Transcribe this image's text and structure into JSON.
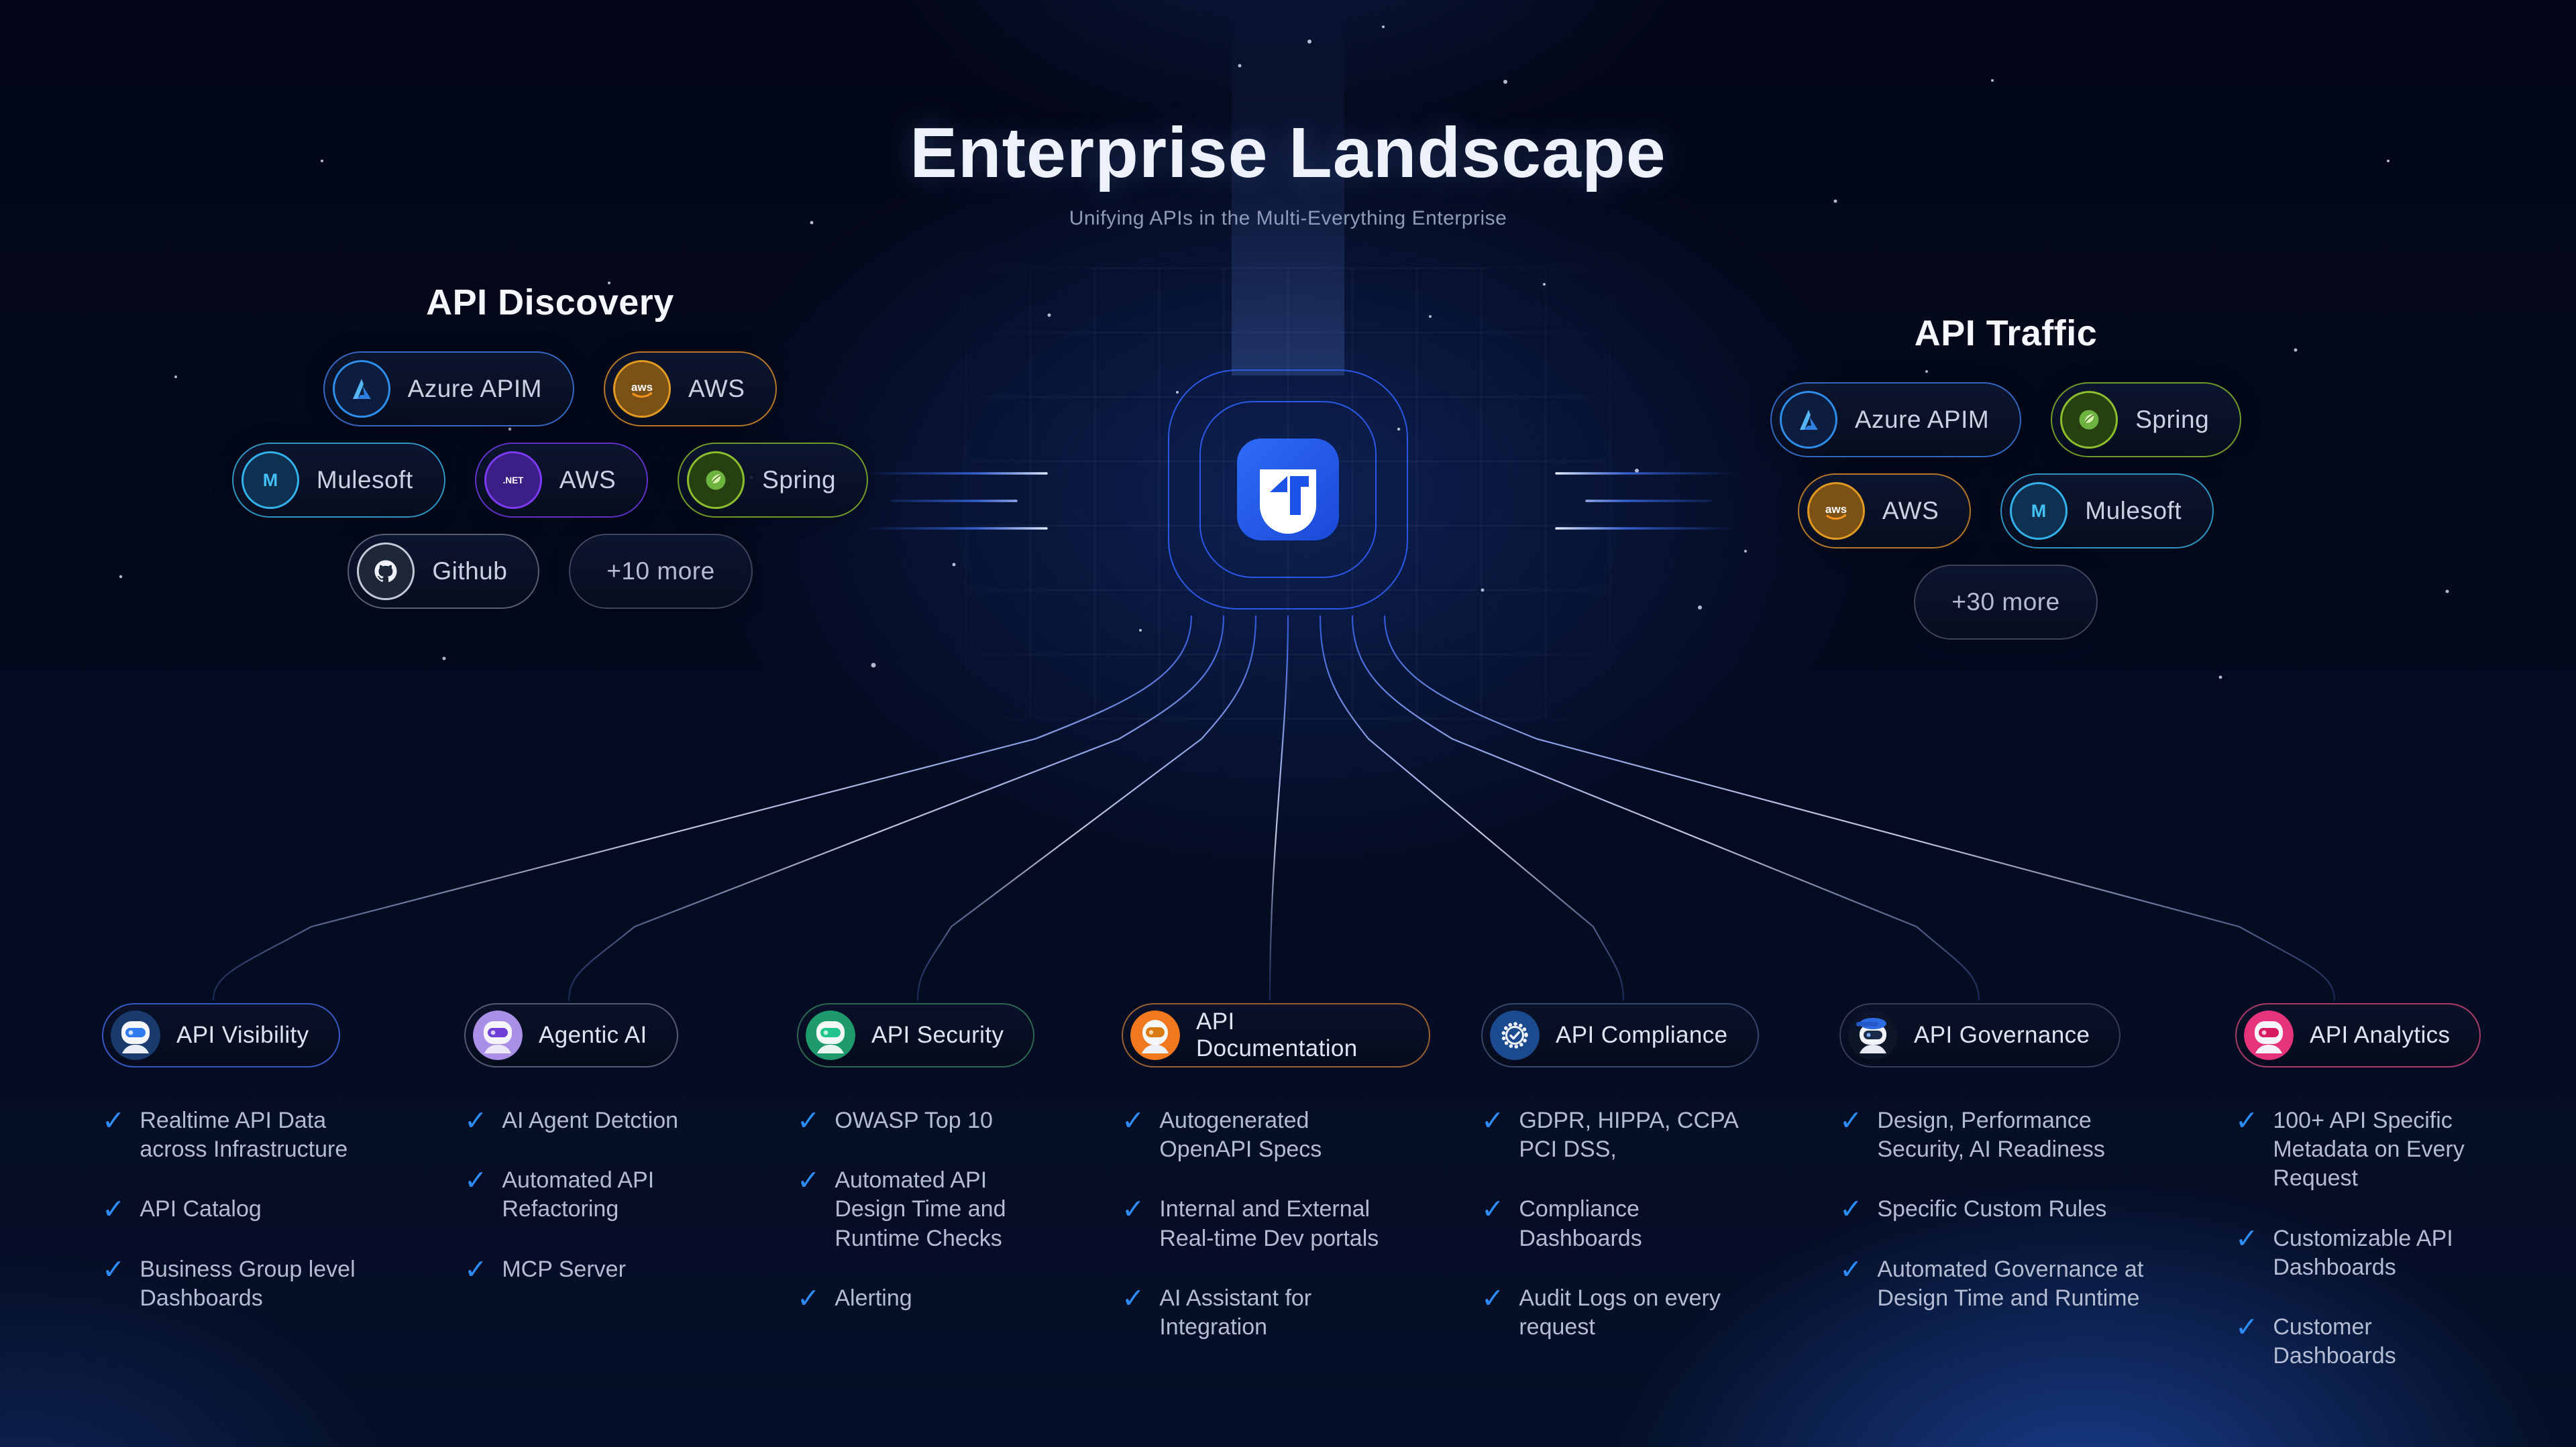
{
  "header": {
    "title": "Enterprise Landscape",
    "subtitle": "Unifying APIs in the Multi-Everything Enterprise"
  },
  "glyphs": {
    "check": "✓",
    "aws_logo": "aws",
    "dotnet_logo": ".NET",
    "mulesoft_logo": "M"
  },
  "colors": {
    "accent_blue": "#2e6bf6",
    "check_blue": "#2e8cf8",
    "aws_orange": "#e09a22",
    "spring_green": "#6db33f",
    "azure_blue": "#3aa0f3",
    "mulesoft_cyan": "#35b5ef",
    "dotnet_purple": "#7a3bf2",
    "analytics_pink": "#e5337c",
    "security_green": "#1e9a6d",
    "documentation_orange": "#f0791f",
    "compliance_navy": "#1c4a8e",
    "agentic_purple": "#a98fe6"
  },
  "discovery": {
    "heading": "API Discovery",
    "pills": [
      {
        "label": "Azure APIM",
        "icon": "azure-icon"
      },
      {
        "label": "AWS",
        "icon": "aws-icon"
      },
      {
        "label": "Mulesoft",
        "icon": "mulesoft-icon"
      },
      {
        "label": "AWS",
        "icon": "dotnet-icon"
      },
      {
        "label": "Spring",
        "icon": "spring-icon"
      },
      {
        "label": "Github",
        "icon": "github-icon"
      },
      {
        "label": "+10 more",
        "icon": null
      }
    ]
  },
  "traffic": {
    "heading": "API Traffic",
    "pills": [
      {
        "label": "Azure APIM",
        "icon": "azure-icon"
      },
      {
        "label": "Spring",
        "icon": "spring-icon"
      },
      {
        "label": "AWS",
        "icon": "aws-icon"
      },
      {
        "label": "Mulesoft",
        "icon": "mulesoft-icon"
      },
      {
        "label": "+30 more",
        "icon": null
      }
    ]
  },
  "categories": [
    {
      "label": "API Visibility",
      "items": [
        "Realtime API Data across Infrastructure",
        "API Catalog",
        "Business Group level Dashboards"
      ]
    },
    {
      "label": "Agentic AI",
      "items": [
        "AI Agent Detction",
        "Automated API Refactoring",
        "MCP Server"
      ]
    },
    {
      "label": "API Security",
      "items": [
        "OWASP Top 10",
        "Automated API Design Time and Runtime Checks",
        "Alerting"
      ]
    },
    {
      "label": "API Documentation",
      "items": [
        "Autogenerated OpenAPI Specs",
        "Internal and External Real-time Dev portals",
        "AI Assistant for Integration"
      ]
    },
    {
      "label": "API Compliance",
      "items": [
        "GDPR, HIPPA, CCPA PCI DSS,",
        "Compliance Dashboards",
        "Audit Logs on every request"
      ]
    },
    {
      "label": "API Governance",
      "items": [
        "Design, Performance Security, AI Readiness",
        "Specific Custom Rules",
        "Automated Governance at Design Time and Runtime"
      ]
    },
    {
      "label": "API Analytics",
      "items": [
        "100+ API Specific Metadata on Every Request",
        "Customizable API Dashboards",
        "Customer Dashboards"
      ]
    }
  ]
}
